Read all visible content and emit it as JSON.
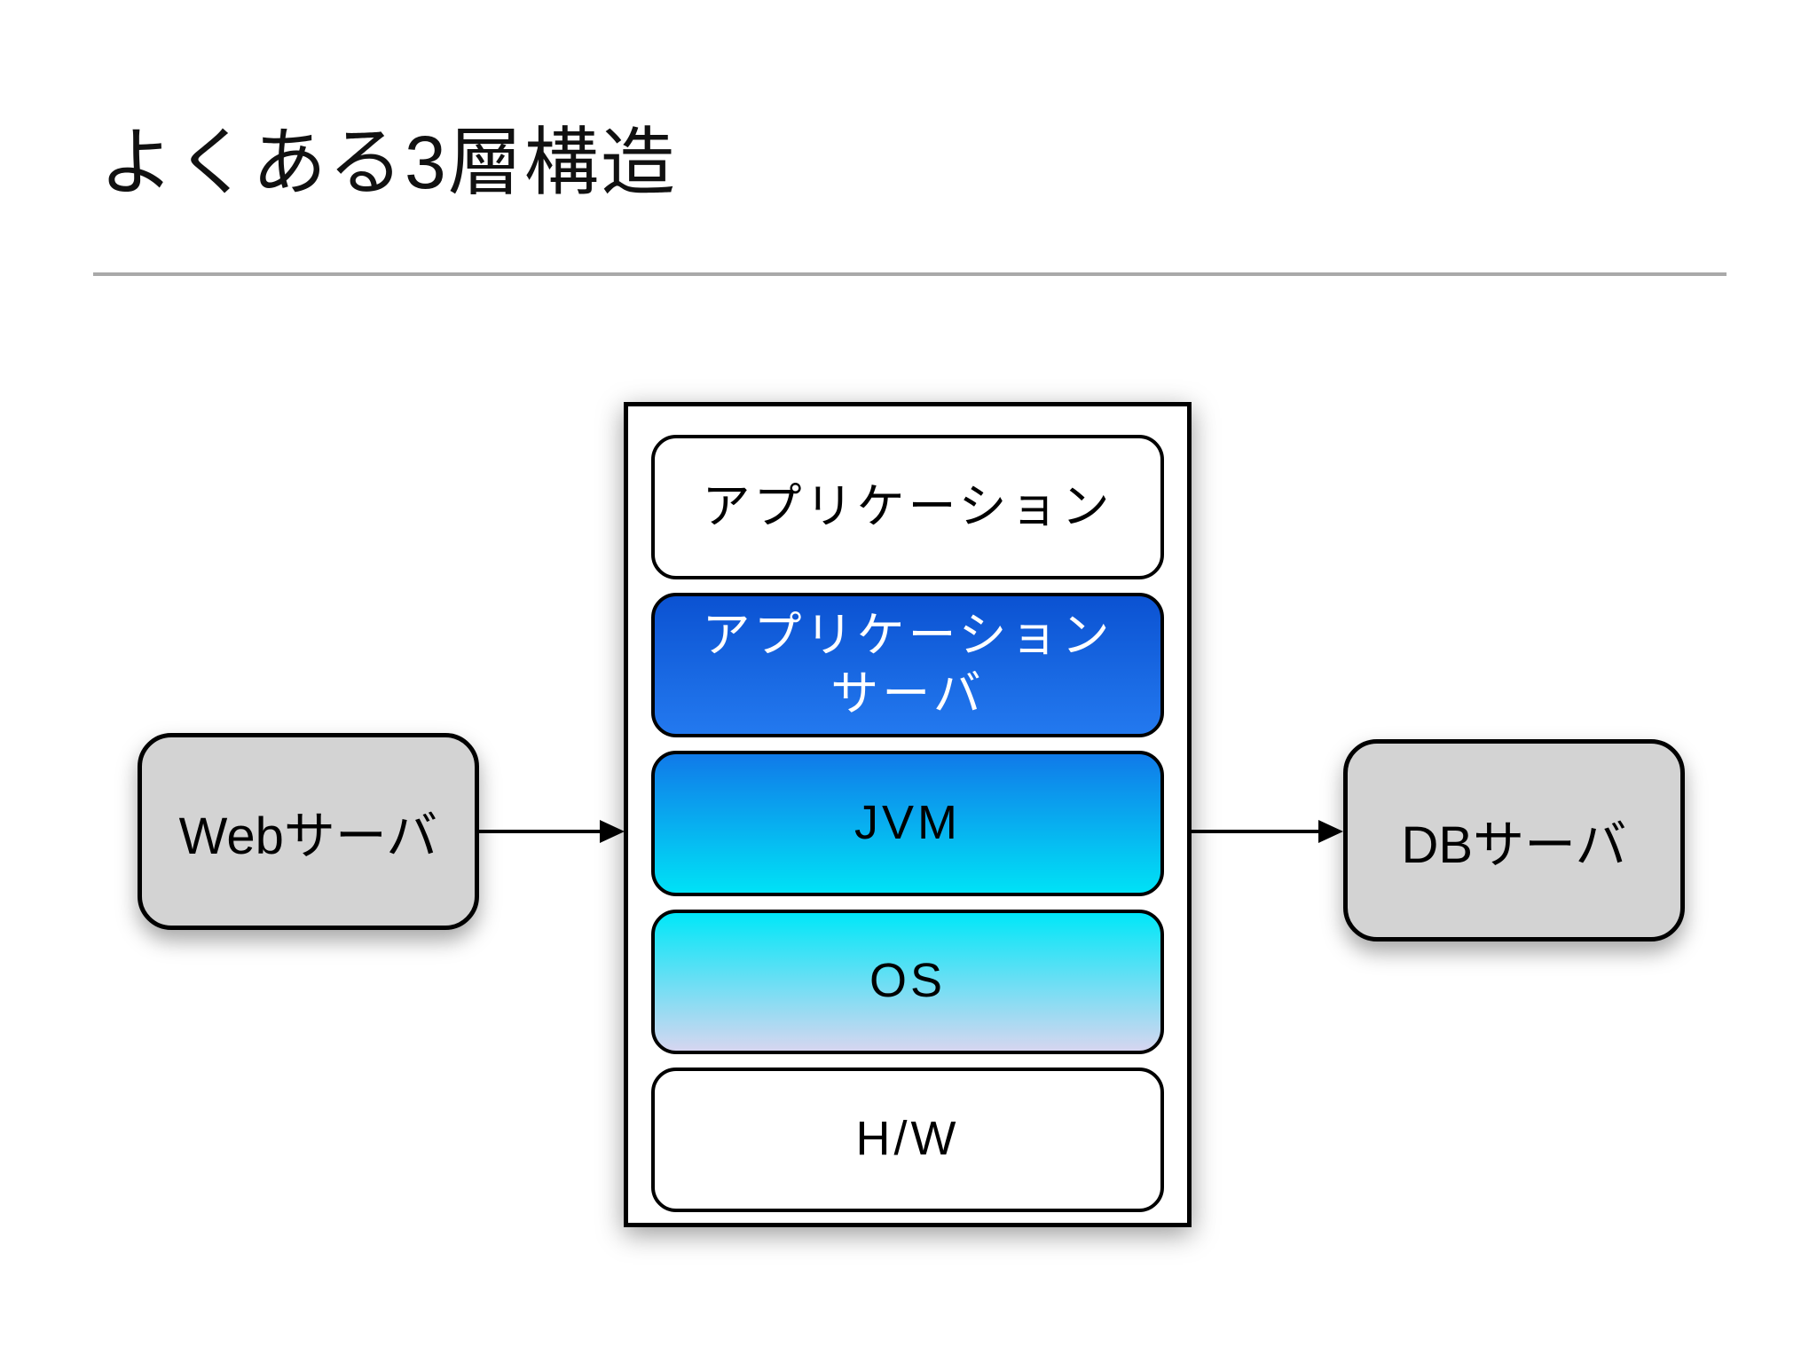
{
  "slide": {
    "title": "よくある3層構造",
    "background_color": "#ffffff",
    "divider_color": "#a9a9a9"
  },
  "diagram": {
    "web_server": {
      "label": "Webサーバ",
      "fill": "#d3d3d3",
      "border": "#000000"
    },
    "db_server": {
      "label": "DBサーバ",
      "fill": "#d3d3d3",
      "border": "#000000"
    },
    "stack": {
      "border": "#000000",
      "fill": "#ffffff",
      "layers": [
        {
          "id": "application",
          "label": "アプリケーション",
          "fill_top": "#ffffff",
          "fill_bottom": "#ffffff",
          "text_color": "#000000"
        },
        {
          "id": "application-server",
          "label": "アプリケーションサーバ",
          "lines": [
            "アプリケーション",
            "サーバ"
          ],
          "fill_top": "#0b52d2",
          "fill_bottom": "#2379ef",
          "text_color": "#ffffff"
        },
        {
          "id": "jvm",
          "label": "JVM",
          "fill_top": "#107ae9",
          "fill_bottom": "#00e2f6",
          "text_color": "#000000"
        },
        {
          "id": "os",
          "label": "OS",
          "fill_top": "#00e7f8",
          "fill_bottom": "#d6d6f0",
          "text_color": "#000000"
        },
        {
          "id": "hw",
          "label": "H/W",
          "fill_top": "#ffffff",
          "fill_bottom": "#ffffff",
          "text_color": "#000000"
        }
      ]
    },
    "arrows": [
      {
        "id": "web-to-stack",
        "direction": "right",
        "color": "#000000"
      },
      {
        "id": "stack-to-db",
        "direction": "right",
        "color": "#000000"
      }
    ]
  }
}
